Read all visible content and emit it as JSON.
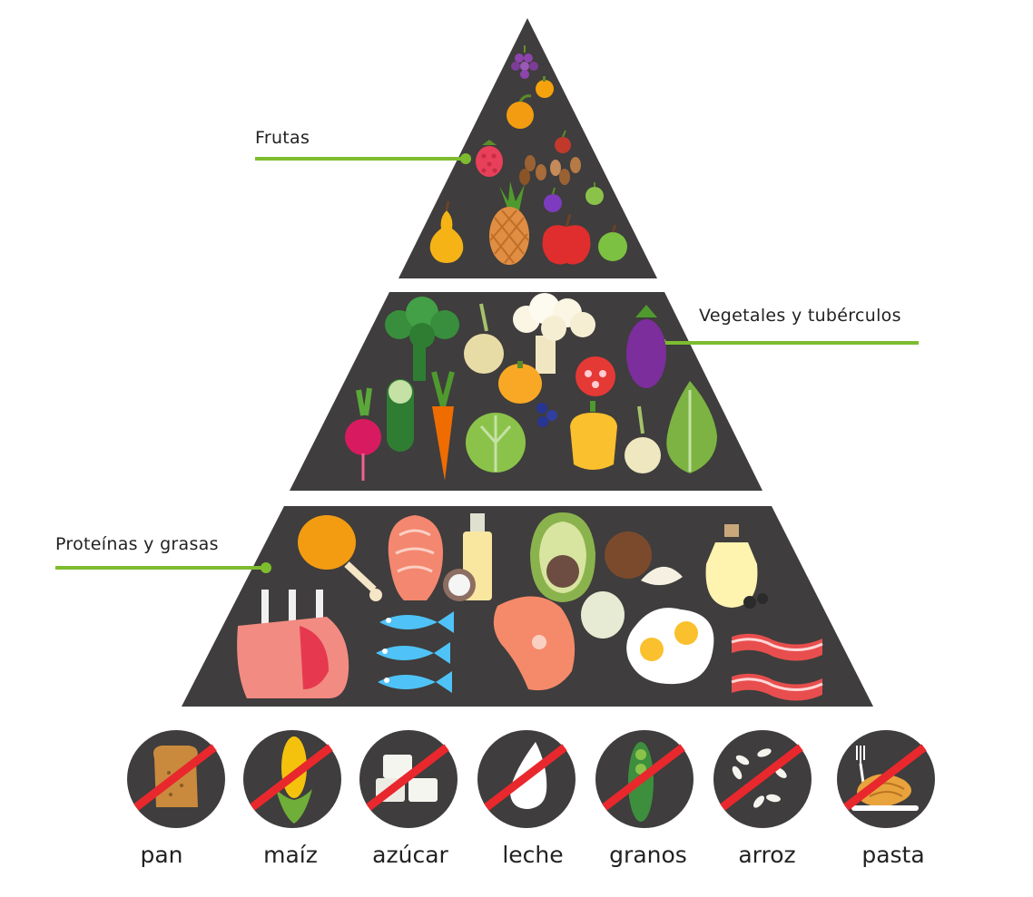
{
  "colors": {
    "layer": "#3f3d3d",
    "leader": "#7ebc2f",
    "forbidden_circle": "#3f3d3d",
    "strike": "#e8282d"
  },
  "layers": [
    {
      "id": "top",
      "label": "Frutas",
      "icons": [
        "grapes-icon",
        "orange-icon",
        "peach-icon",
        "cherry-icon",
        "raspberry-icon",
        "almonds-icon",
        "plum-icon",
        "lime-icon",
        "pear-icon",
        "pineapple-icon",
        "apple-icon",
        "green-apple-icon"
      ]
    },
    {
      "id": "middle",
      "label": "Vegetales y tubérculos",
      "icons": [
        "broccoli-icon",
        "onion-icon",
        "cauliflower-icon",
        "eggplant-icon",
        "radish-icon",
        "cucumber-icon",
        "carrot-icon",
        "pumpkin-icon",
        "tomato-icon",
        "blueberries-icon",
        "lettuce-icon",
        "pepper-icon",
        "garlic-icon",
        "kale-icon"
      ]
    },
    {
      "id": "bottom",
      "label": "Proteínas y grasas",
      "icons": [
        "chicken-leg-icon",
        "salmon-steak-icon",
        "oil-bottle-icon",
        "coconut-icon",
        "avocado-icon",
        "olive-oil-jar-icon",
        "lamb-rack-icon",
        "fish-icon",
        "salmon-fillet-icon",
        "egg-icon",
        "fried-eggs-icon",
        "bacon-icon"
      ]
    }
  ],
  "forbidden_foods": [
    {
      "label": "pan",
      "icon": "bread-icon"
    },
    {
      "label": "maíz",
      "icon": "corn-icon"
    },
    {
      "label": "azúcar",
      "icon": "sugar-cubes-icon"
    },
    {
      "label": "leche",
      "icon": "milk-drop-icon"
    },
    {
      "label": "granos",
      "icon": "pea-pod-icon"
    },
    {
      "label": "arroz",
      "icon": "rice-grains-icon"
    },
    {
      "label": "pasta",
      "icon": "pasta-icon"
    }
  ]
}
